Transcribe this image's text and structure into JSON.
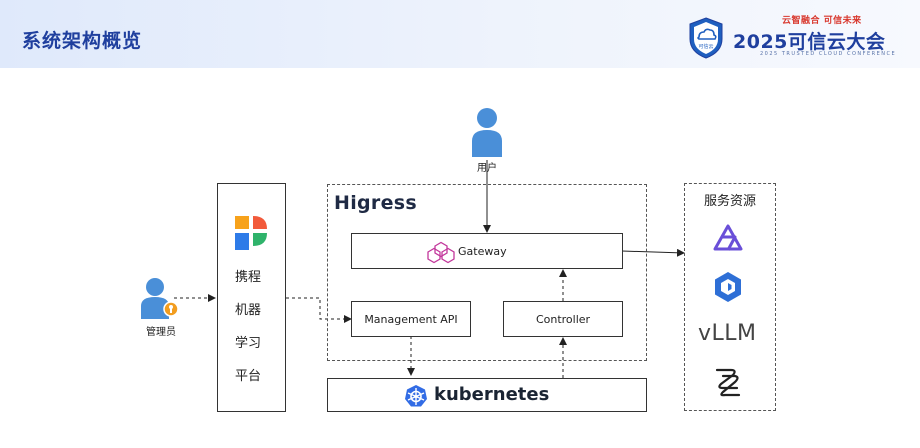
{
  "slide": {
    "title": "系统架构概览"
  },
  "conference": {
    "slogan": "云智融合 可信未来",
    "name": "2025可信云大会",
    "subtitle": "2025 TRUSTED CLOUD CONFERENCE",
    "badge_text": "可信云"
  },
  "diagram": {
    "user_label": "用户",
    "admin_label": "管理员",
    "platform_lines": [
      "携程",
      "机器",
      "学习",
      "平台"
    ],
    "higress_logo": "Higress",
    "gateway_label": "Gateway",
    "management_api_label": "Management API",
    "controller_label": "Controller",
    "kubernetes_label": "kubernetes",
    "services_title": "服务资源",
    "vllm_label": "vLLM",
    "colors": {
      "brand_blue": "#1f3f9e",
      "higress_blue": "#2b5cd6",
      "gateway_icon": "#c2379b",
      "k8s_blue": "#326ce5",
      "person_blue": "#4a8fd8"
    }
  }
}
